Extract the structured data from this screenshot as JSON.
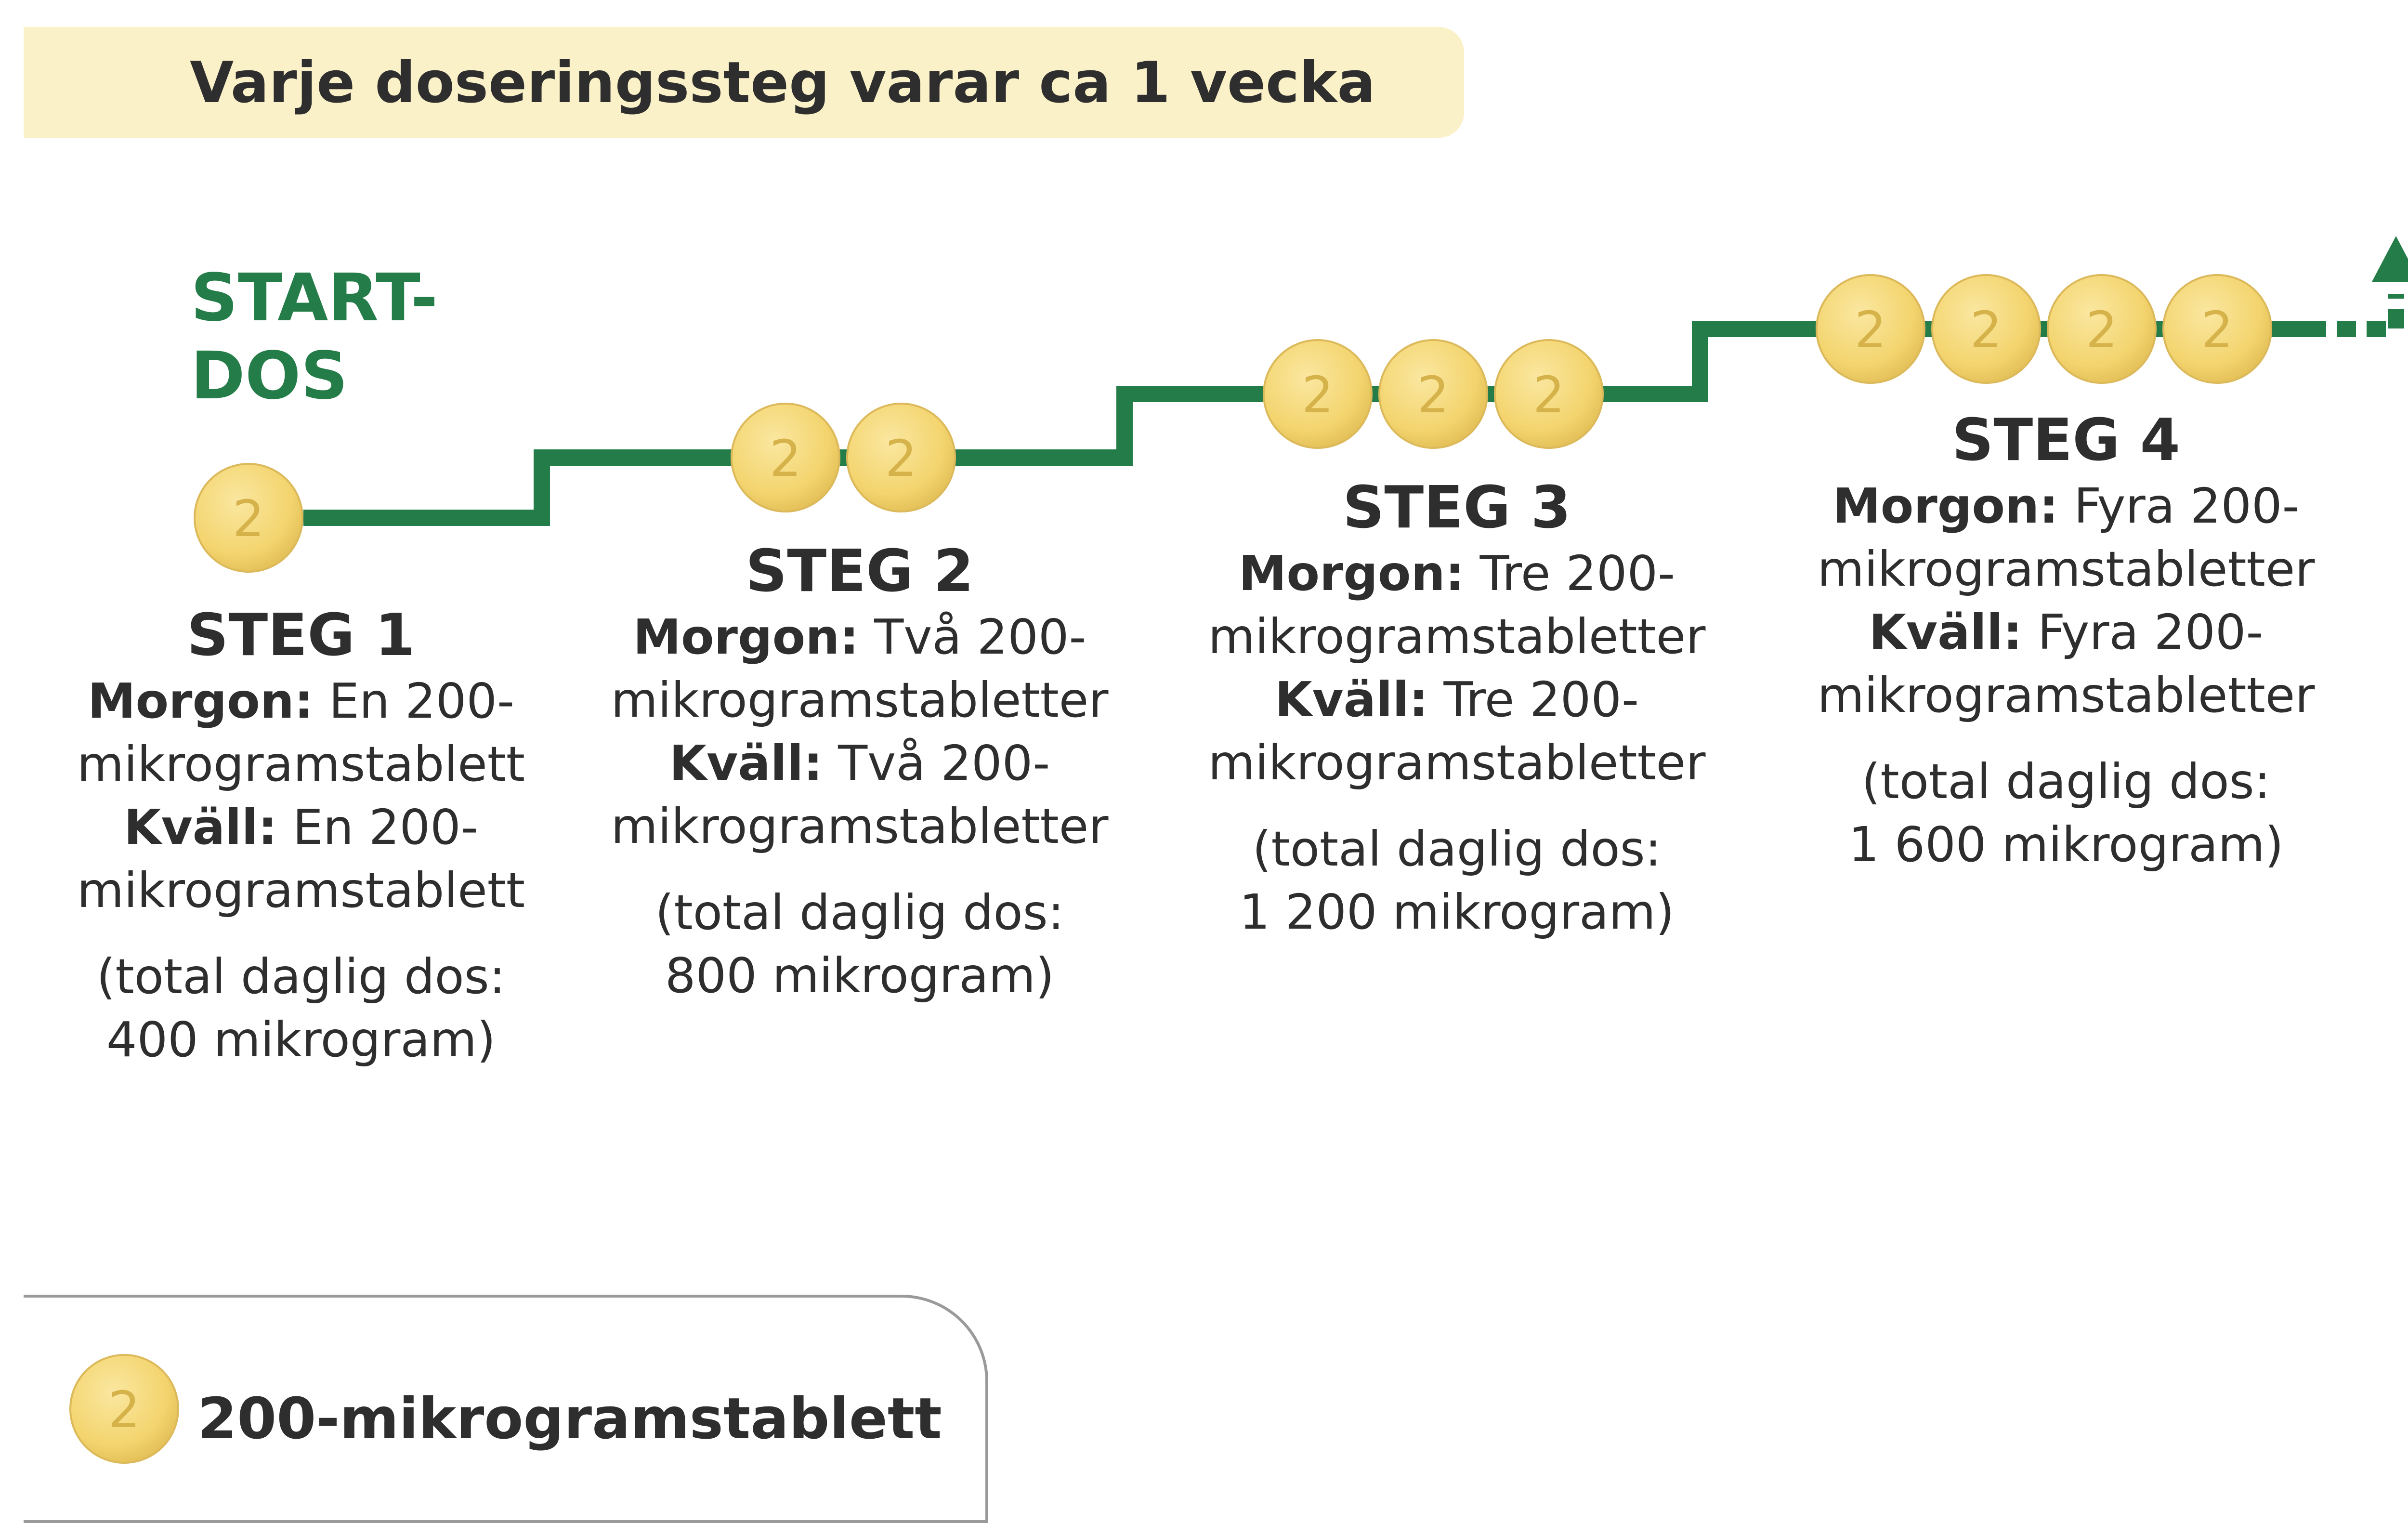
{
  "header": {
    "text": "Varje doseringssteg varar ca 1 vecka"
  },
  "start": {
    "line1": "START-",
    "line2": "DOS"
  },
  "tablet_label": "2",
  "steps": [
    {
      "title": "STEG 1",
      "tablets": 1,
      "morning_label": "Morgon:",
      "morning_text": " En 200-",
      "morning_cont": "mikrogramstablett",
      "evening_label": "Kväll:",
      "evening_text": " En 200-",
      "evening_cont": "mikrogramstablett",
      "total_1": "(total daglig dos:",
      "total_2": "400 mikrogram)"
    },
    {
      "title": "STEG 2",
      "tablets": 2,
      "morning_label": "Morgon:",
      "morning_text": " Två 200-",
      "morning_cont": "mikrogramstabletter",
      "evening_label": "Kväll:",
      "evening_text": " Två 200-",
      "evening_cont": "mikrogramstabletter",
      "total_1": "(total daglig dos:",
      "total_2": "800 mikrogram)"
    },
    {
      "title": "STEG 3",
      "tablets": 3,
      "morning_label": "Morgon:",
      "morning_text": " Tre 200-",
      "morning_cont": "mikrogramstabletter",
      "evening_label": "Kväll:",
      "evening_text": " Tre 200-",
      "evening_cont": "mikrogramstabletter",
      "total_1": "(total daglig dos:",
      "total_2": "1 200 mikrogram)"
    },
    {
      "title": "STEG 4",
      "tablets": 4,
      "morning_label": "Morgon:",
      "morning_text": " Fyra 200-",
      "morning_cont": "mikrogramstabletter",
      "evening_label": "Kväll:",
      "evening_text": " Fyra 200-",
      "evening_cont": "mikrogramstabletter",
      "total_1": "(total daglig dos:",
      "total_2": "1 600 mikrogram)"
    }
  ],
  "legend": {
    "text": "200-mikrogramstablett"
  },
  "colors": {
    "line": "#247d49",
    "tablet": "#f3d46e",
    "tablet_text": "#d6b24a",
    "header_bg": "#fbf1c8",
    "legend_border": "#9a9a9a"
  }
}
